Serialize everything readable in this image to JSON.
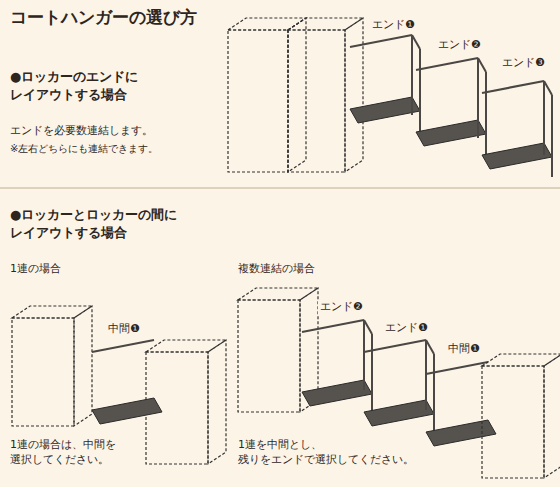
{
  "diagram": {
    "title": "コートハンガーの選び方",
    "labels": [
      "●ロッカーのエンドに レイアウトする場合",
      "エンドを必要数連結します。",
      "※左右どちらにも連結できます。",
      "エンド❶",
      "エンド❷",
      "エンド❸",
      "●ロッカーとロッカーの間に レイアウトする場合",
      "1連の場合",
      "中間❶",
      "1連の場合は、中間を 選択してください。",
      "複数連結の場合",
      "エンド❷",
      "エンド❶",
      "中間❶",
      "1連を中間とし、 残りをエンドで選択してください。"
    ]
  }
}
